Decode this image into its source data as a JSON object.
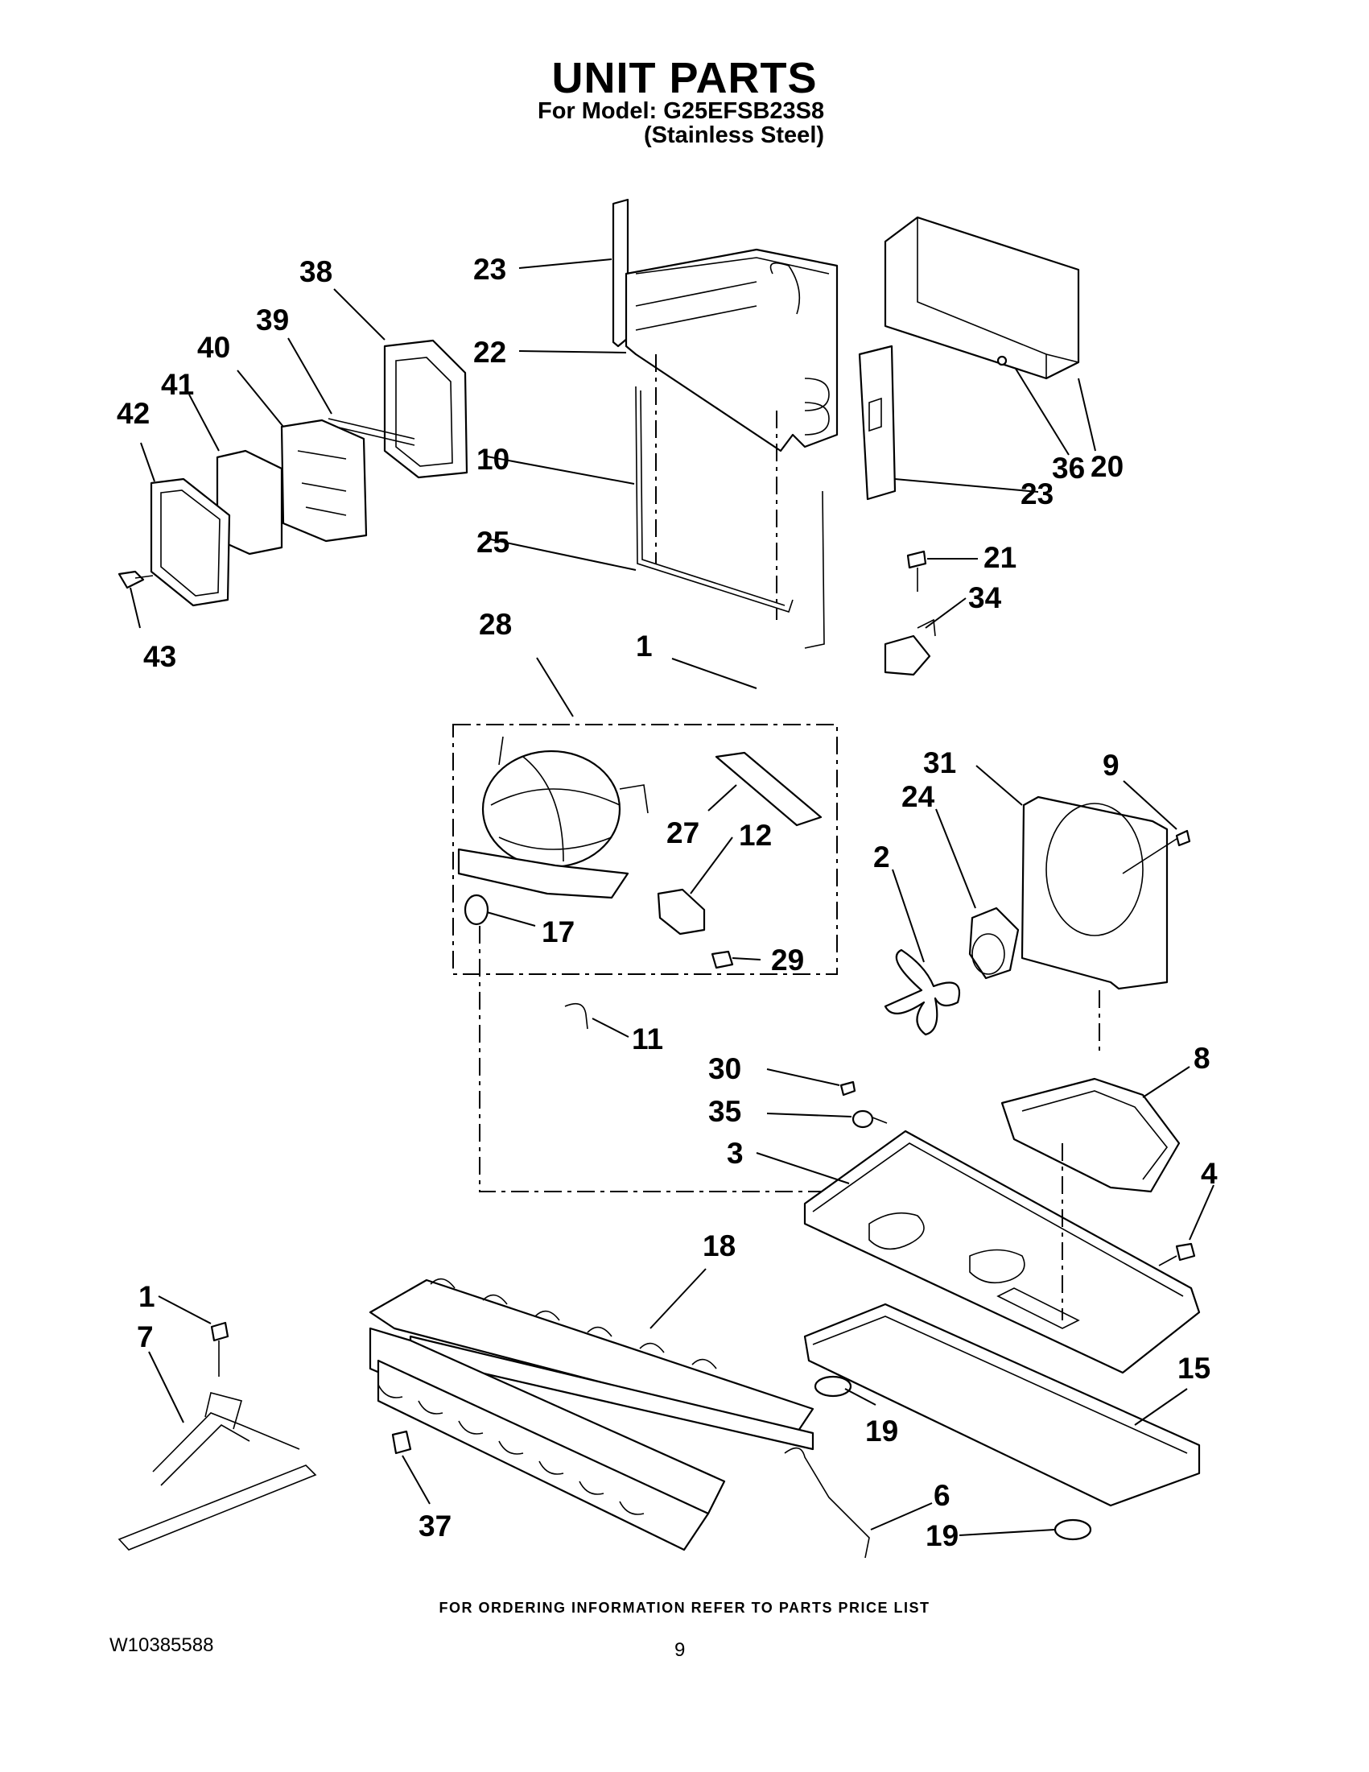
{
  "header": {
    "title": "UNIT PARTS",
    "model_line": "For Model: G25EFSB23S8",
    "finish_line": "(Stainless Steel)"
  },
  "callouts": [
    "23",
    "22",
    "10",
    "25",
    "38",
    "39",
    "40",
    "41",
    "42",
    "43",
    "20",
    "36",
    "23",
    "21",
    "34",
    "28",
    "1",
    "27",
    "12",
    "17",
    "29",
    "31",
    "9",
    "24",
    "2",
    "11",
    "30",
    "35",
    "3",
    "8",
    "4",
    "18",
    "1",
    "7",
    "37",
    "19",
    "15",
    "6",
    "19"
  ],
  "footer": {
    "note": "FOR ORDERING INFORMATION REFER TO PARTS PRICE LIST",
    "doc_number": "W10385588",
    "page_number": "9"
  }
}
